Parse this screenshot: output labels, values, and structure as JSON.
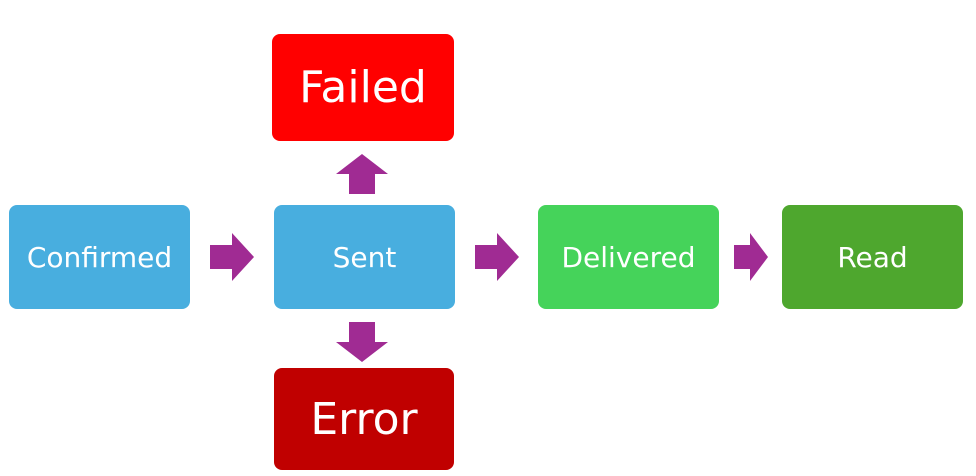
{
  "colors": {
    "confirmed": "#48AEDF",
    "sent": "#48AEDF",
    "delivered": "#45D35A",
    "read": "#4EA72E",
    "failed": "#FF0000",
    "error": "#C00000",
    "arrow": "#A02B93"
  },
  "nodes": {
    "confirmed": {
      "label": "Confirmed"
    },
    "sent": {
      "label": "Sent"
    },
    "delivered": {
      "label": "Delivered"
    },
    "read": {
      "label": "Read"
    },
    "failed": {
      "label": "Failed"
    },
    "error": {
      "label": "Error"
    }
  }
}
